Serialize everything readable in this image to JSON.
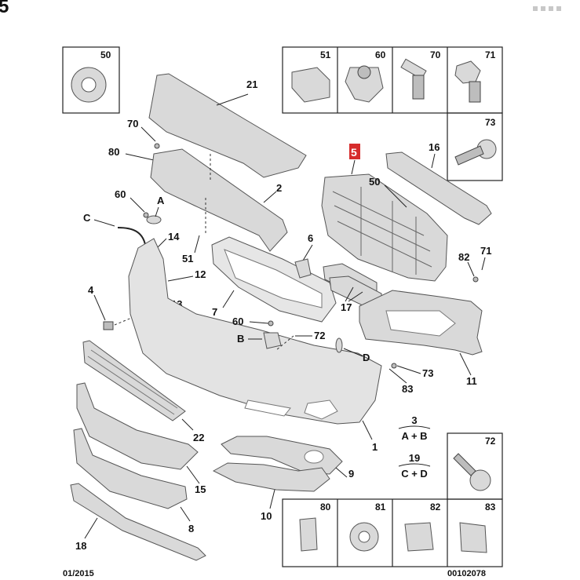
{
  "corner_mark": "5",
  "highlight_label": "5",
  "header_parts": [
    "51",
    "60",
    "70",
    "71"
  ],
  "box73": "73",
  "box50": "50",
  "footer_parts": [
    "80",
    "81",
    "82",
    "83"
  ],
  "box72": "72",
  "labels": {
    "p21": "21",
    "p70": "70",
    "p80": "80",
    "p2": "2",
    "p60a": "60",
    "pA": "A",
    "pC": "C",
    "p14": "14",
    "p12": "12",
    "p51": "51",
    "p7": "7",
    "p6": "6",
    "p50": "50",
    "p16": "16",
    "p82": "82",
    "p71": "71",
    "p17": "17",
    "p4": "4",
    "p13": "13",
    "p60b": "60",
    "pB": "B",
    "p72": "72",
    "pD": "D",
    "p73": "73",
    "p83": "83",
    "p11": "11",
    "p1": "1",
    "p22": "22",
    "p15": "15",
    "p9": "9",
    "p8": "8",
    "p10": "10",
    "p18": "18"
  },
  "legend": {
    "eq1_num": "3",
    "eq1_expr": "A + B",
    "eq2_num": "19",
    "eq2_expr": "C + D"
  },
  "date_code": "01/2015",
  "ref_code": "00102078"
}
